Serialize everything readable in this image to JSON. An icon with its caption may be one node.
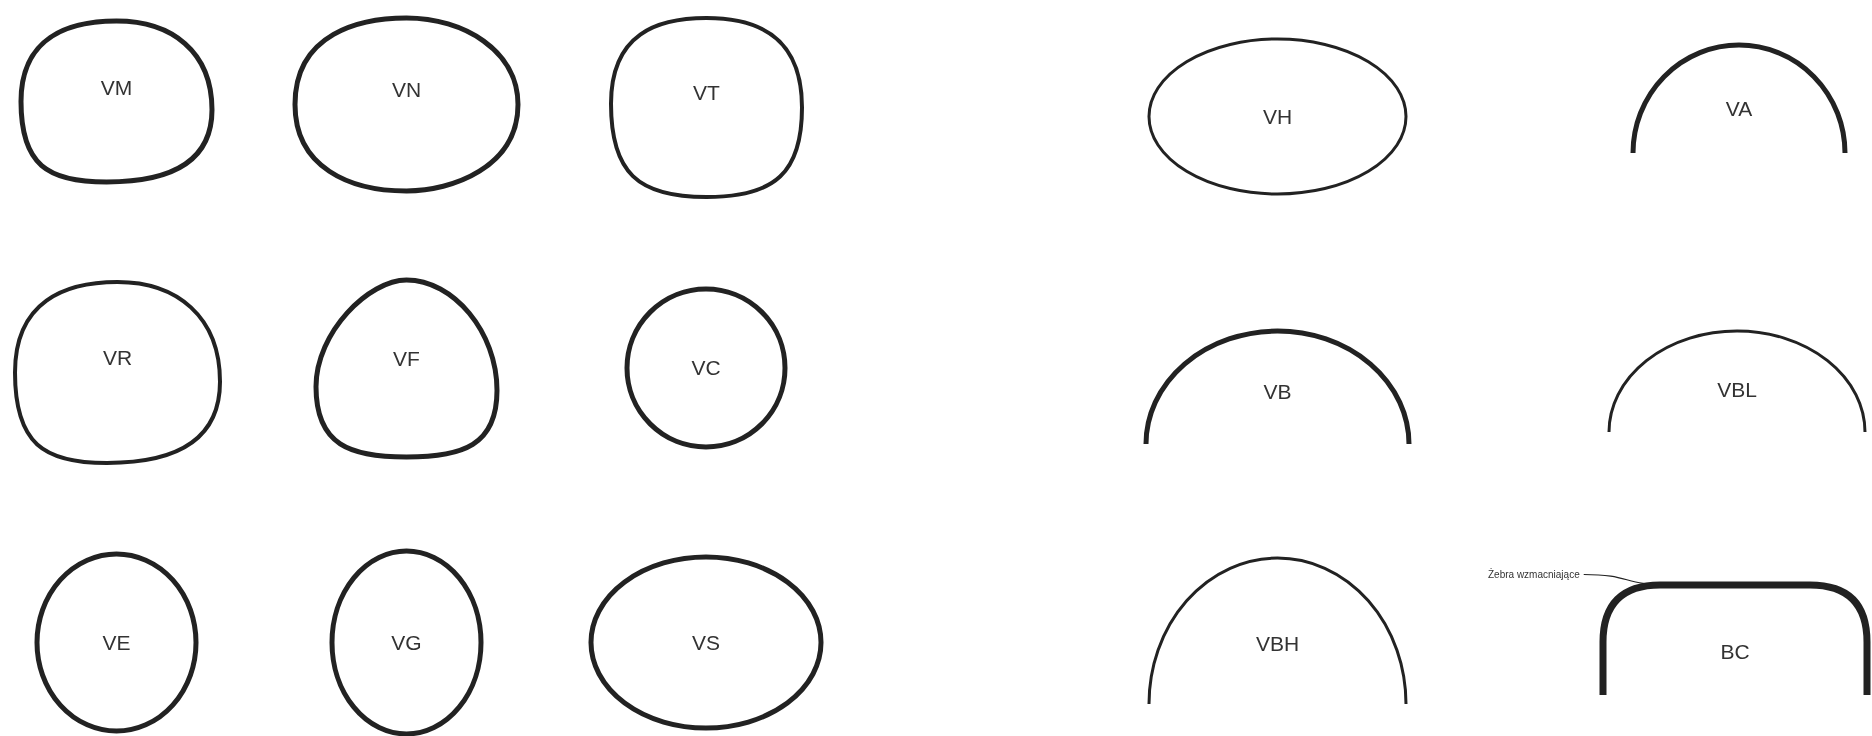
{
  "diagram": {
    "nodes": [
      {
        "text": [
          "VM"
        ]
      },
      {
        "text": [
          "VN"
        ]
      },
      {
        "text": [
          "VT"
        ]
      },
      {
        "text": [
          "VR"
        ]
      },
      {
        "text": [
          "VF"
        ]
      },
      {
        "text": [
          "VC"
        ]
      },
      {
        "text": [
          "VE"
        ]
      },
      {
        "text": [
          "VG"
        ]
      },
      {
        "text": [
          "VS"
        ]
      },
      {
        "text": [
          "VH"
        ]
      },
      {
        "text": [
          "VA"
        ]
      },
      {
        "text": [
          "VB"
        ]
      },
      {
        "text": [
          "VBL"
        ]
      },
      {
        "text": [
          "VBH"
        ]
      },
      {
        "text": [
          "BC"
        ]
      },
      {
        "text": [
          "Żebra wzmacniające"
        ]
      }
    ],
    "edges": [
      {
        "from": 15,
        "to": 14,
        "arrow": "none"
      }
    ]
  }
}
